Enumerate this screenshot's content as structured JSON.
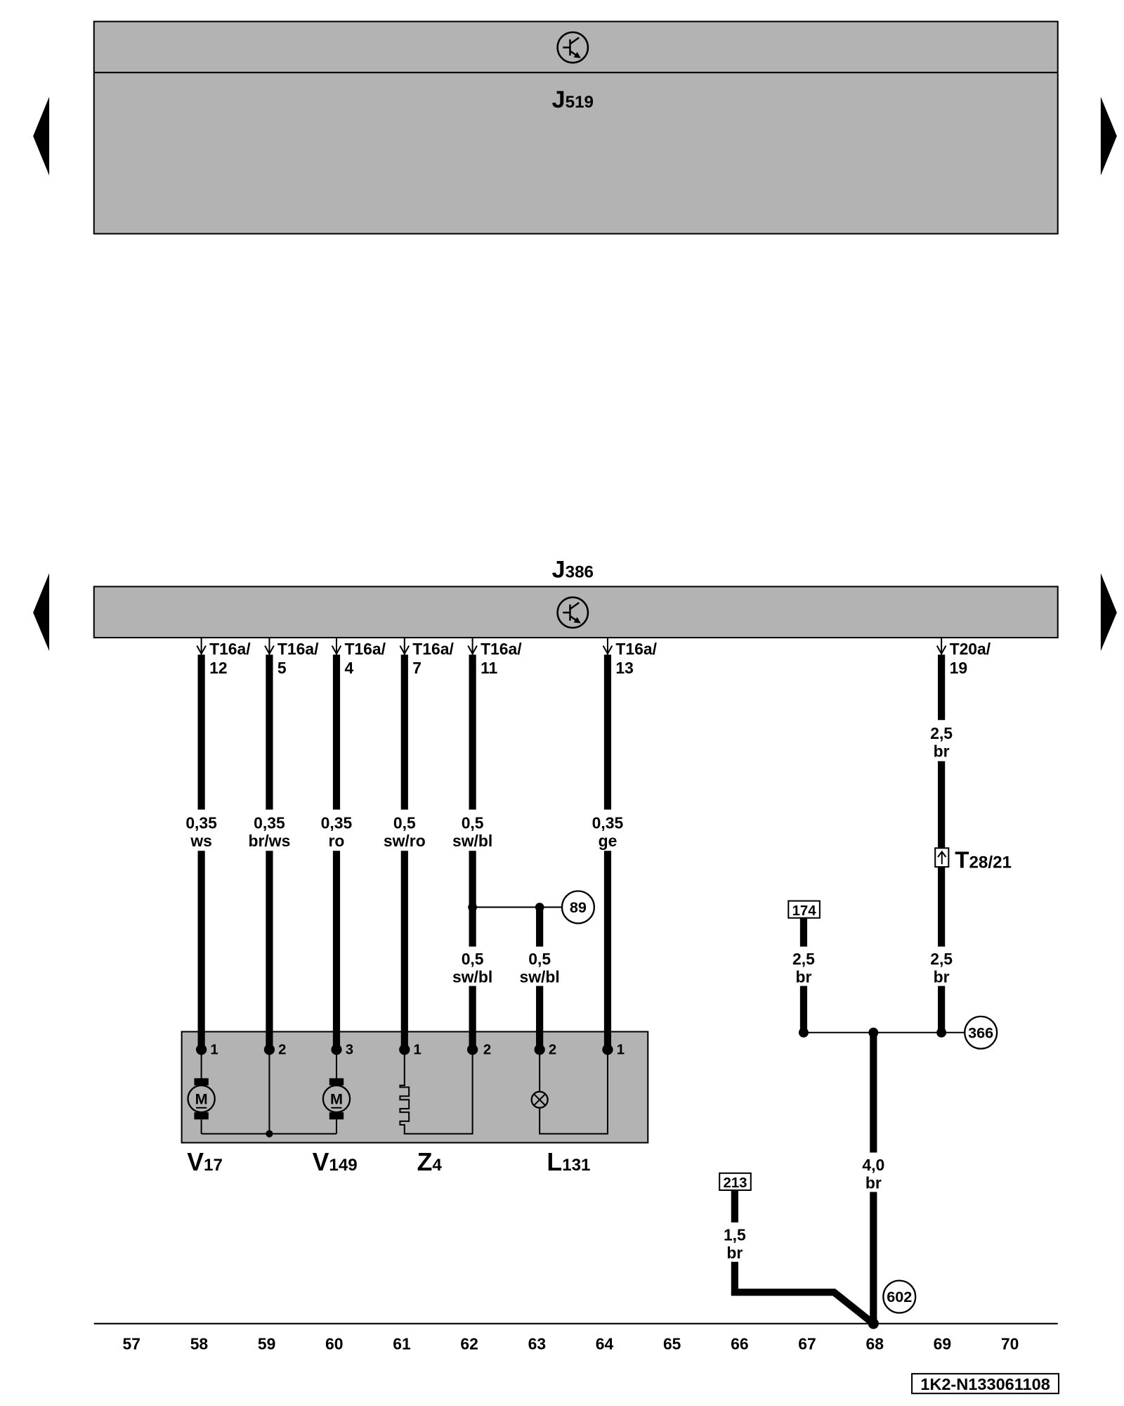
{
  "navigation": {
    "previous_icon": "triangle-left-icon",
    "next_icon": "triangle-right-icon"
  },
  "upper_control_unit": {
    "letter": "J",
    "number": "519",
    "symbol_icon": "control-unit-icon"
  },
  "lower_control_unit": {
    "letter": "J",
    "number": "386",
    "symbol_icon": "control-unit-icon"
  },
  "wires": [
    {
      "connector": "T16a/",
      "pin": "12",
      "cross_section": "0,35",
      "color": "ws"
    },
    {
      "connector": "T16a/",
      "pin": "5",
      "cross_section": "0,35",
      "color": "br/ws"
    },
    {
      "connector": "T16a/",
      "pin": "4",
      "cross_section": "0,35",
      "color": "ro"
    },
    {
      "connector": "T16a/",
      "pin": "7",
      "cross_section": "0,5",
      "color": "sw/ro"
    },
    {
      "connector": "T16a/",
      "pin": "11",
      "cross_section": "0,5",
      "color": "sw/bl",
      "lower_cross_section": "0,5",
      "lower_color": "sw/bl"
    },
    {
      "connector": "T16a/",
      "pin": "13",
      "cross_section": "0,35",
      "color": "ge"
    },
    {
      "connector": "T20a/",
      "pin": "19",
      "cross_section": "2,5",
      "color": "br",
      "lower_cross_section": "2,5",
      "lower_color": "br"
    }
  ],
  "inline_connector": {
    "letter": "T",
    "number": "28/21",
    "icon": "arrow-up-icon"
  },
  "branch_wires": [
    {
      "cross_section": "0,5",
      "color": "sw/bl"
    },
    {
      "cross_section": "2,5",
      "color": "br"
    },
    {
      "cross_section": "4,0",
      "color": "br"
    },
    {
      "cross_section": "1,5",
      "color": "br"
    }
  ],
  "connection_circles": [
    "89",
    "366",
    "602"
  ],
  "continuation_boxes": [
    "174",
    "213"
  ],
  "components": [
    {
      "letter": "V",
      "number": "17",
      "pins": [
        "1",
        "2"
      ],
      "symbol_text": "M",
      "icon": "motor-icon"
    },
    {
      "letter": "V",
      "number": "149",
      "pins": [
        "3"
      ],
      "symbol_text": "M",
      "icon": "motor-icon"
    },
    {
      "letter": "Z",
      "number": "4",
      "pins": [
        "1",
        "2"
      ],
      "icon": "heating-element-icon"
    },
    {
      "letter": "L",
      "number": "131",
      "pins": [
        "2",
        "1"
      ],
      "icon": "bulb-icon"
    }
  ],
  "current_tracks": [
    "57",
    "58",
    "59",
    "60",
    "61",
    "62",
    "63",
    "64",
    "65",
    "66",
    "67",
    "68",
    "69",
    "70"
  ],
  "diagram_reference": "1K2-N133061108",
  "colors": {
    "component_fill": "#b3b3b3",
    "line": "#000000",
    "background": "#ffffff"
  }
}
